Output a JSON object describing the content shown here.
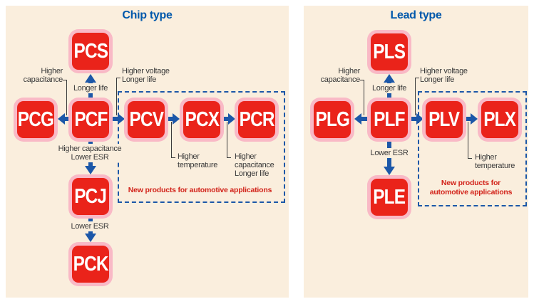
{
  "diagram": {
    "left": {
      "title": "Chip type",
      "nodes": {
        "pcs": "PCS",
        "pcg": "PCG",
        "pcf": "PCF",
        "pcv": "PCV",
        "pcx": "PCX",
        "pcr": "PCR",
        "pcj": "PCJ",
        "pck": "PCK"
      },
      "labels": {
        "higher_capacitance": "Higher\ncapacitance",
        "longer_life": "Longer life",
        "higher_voltage_longer_life": "Higher voltage\nLonger life",
        "higher_capacitance_lower_esr": "Higher capacitance\nLower ESR",
        "lower_esr": "Lower ESR",
        "higher_temperature": "Higher\ntemperature",
        "higher_capacitance_longer_life": "Higher\ncapacitance\nLonger life",
        "automotive_note": "New products for automotive applications"
      }
    },
    "right": {
      "title": "Lead type",
      "nodes": {
        "pls": "PLS",
        "plg": "PLG",
        "plf": "PLF",
        "plv": "PLV",
        "plx": "PLX",
        "ple": "PLE"
      },
      "labels": {
        "higher_capacitance": "Higher\ncapacitance",
        "longer_life": "Longer life",
        "higher_voltage_longer_life": "Higher voltage\nLonger life",
        "lower_esr": "Lower ESR",
        "higher_temperature": "Higher\ntemperature",
        "automotive_note": "New products for\nautomotive applications"
      }
    },
    "colors": {
      "panel_background": "#FAEEDD",
      "node_red": "#EA231A",
      "node_pink_border": "#F9B9C6",
      "arrow_blue": "#1C57A8",
      "title_blue": "#0058AB",
      "note_red": "#D2231A",
      "label_text": "#3A3A3A",
      "connector_gray": "#3C3C3C"
    }
  }
}
